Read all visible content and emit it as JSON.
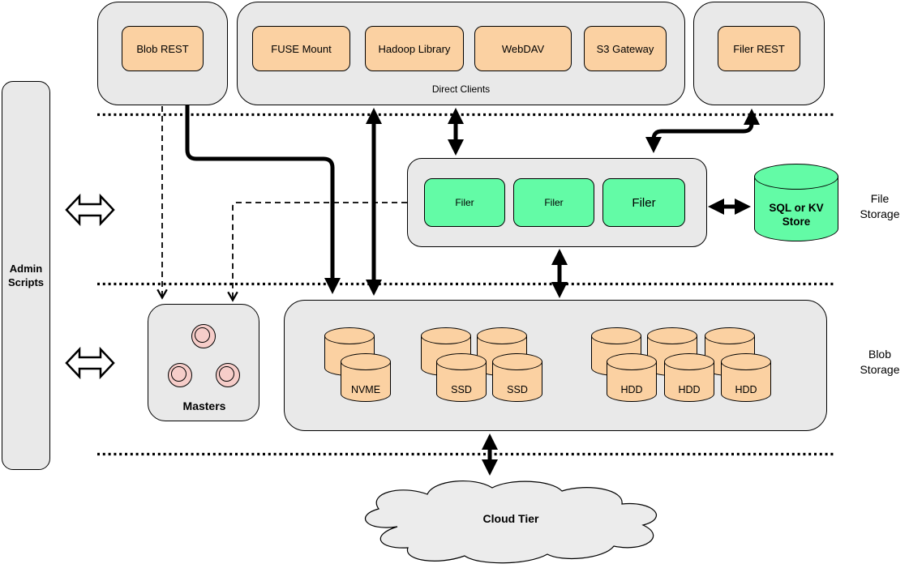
{
  "top_row": {
    "blob_rest_label": "Blob REST",
    "direct_clients_label": "Direct Clients",
    "client_items": [
      {
        "label": "FUSE Mount"
      },
      {
        "label": "Hadoop Library"
      },
      {
        "label": "WebDAV"
      },
      {
        "label": "S3 Gateway"
      }
    ],
    "filer_rest_label": "Filer REST"
  },
  "admin": {
    "line1": "Admin",
    "line2": "Scripts"
  },
  "file_storage": {
    "filer_labels": [
      "Filer",
      "Filer",
      "Filer"
    ],
    "store_line1": "SQL or KV",
    "store_line2": "Store",
    "section_line1": "File",
    "section_line2": "Storage"
  },
  "blob_storage": {
    "masters_label": "Masters",
    "nvme_label": "NVME",
    "ssd_labels": [
      "SSD",
      "SSD"
    ],
    "hdd_labels": [
      "HDD",
      "HDD",
      "HDD"
    ],
    "section_line1": "Blob",
    "section_line2": "Storage"
  },
  "cloud": {
    "label": "Cloud Tier"
  },
  "colors": {
    "container_grey": "#e9e9e9",
    "node_orange": "#fbd1a2",
    "node_green": "#63fba6",
    "masters_pink": "#f6cdc9",
    "cloud_grey": "#ececec",
    "line_black": "#000000"
  }
}
